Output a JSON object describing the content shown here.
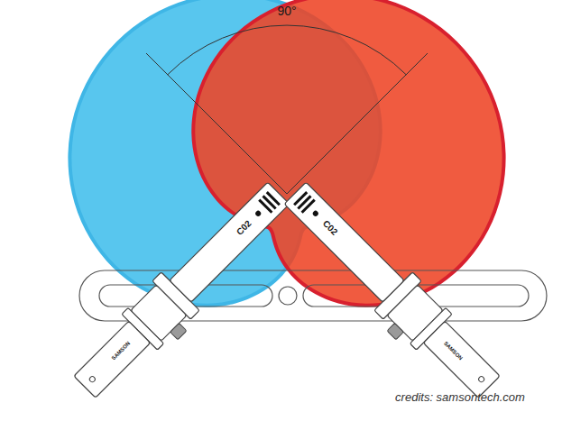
{
  "diagram": {
    "labels": [
      "90°",
      "C02",
      "C02",
      "SAMSON",
      "SAMSON",
      "credits: samsontech.com"
    ]
  }
}
